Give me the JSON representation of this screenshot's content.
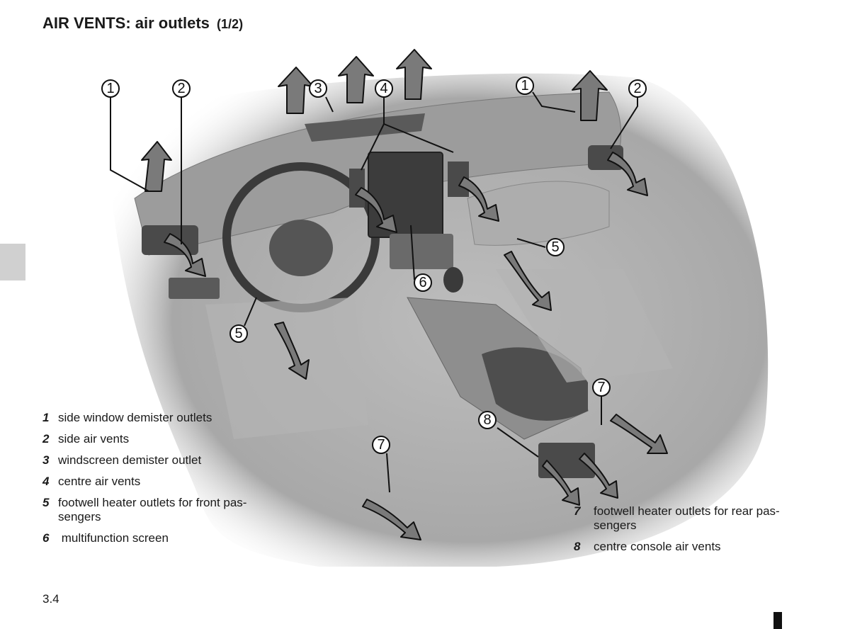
{
  "header": {
    "title": "AIR VENTS: air outlets",
    "subtitle": "(1/2)"
  },
  "callout_labels": {
    "c1a": "1",
    "c2a": "2",
    "c3": "3",
    "c4": "4",
    "c1b": "1",
    "c2b": "2",
    "c5a": "5",
    "c6": "6",
    "c5b": "5",
    "c7a": "7",
    "c8": "8",
    "c7b": "7"
  },
  "legend_left": [
    {
      "num": "1",
      "text": "side window demister outlets"
    },
    {
      "num": "2",
      "text": "side air vents"
    },
    {
      "num": "3",
      "text": "windscreen demister outlet"
    },
    {
      "num": "4",
      "text": "centre air vents"
    },
    {
      "num": "5",
      "text": "footwell heater outlets for front pas-\nsengers"
    },
    {
      "num": "6",
      "text": " multifunction screen"
    }
  ],
  "legend_right": [
    {
      "num": "7",
      "text": " footwell heater outlets for rear pas-\nsengers"
    },
    {
      "num": "8",
      "text": "centre console air vents"
    }
  ],
  "footer": {
    "page_number": "3.4"
  }
}
